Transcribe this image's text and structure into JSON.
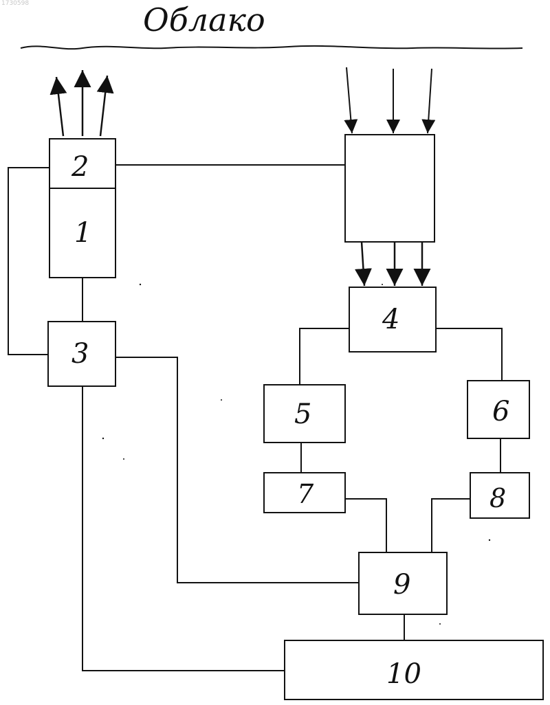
{
  "document_id": "1730598",
  "title": "Облако",
  "blocks": [
    {
      "id": "1",
      "label": "1"
    },
    {
      "id": "2",
      "label": "2"
    },
    {
      "id": "3",
      "label": "3"
    },
    {
      "id": "4",
      "label": "4"
    },
    {
      "id": "5",
      "label": "5"
    },
    {
      "id": "6",
      "label": "6"
    },
    {
      "id": "7",
      "label": "7"
    },
    {
      "id": "8",
      "label": "8"
    },
    {
      "id": "9",
      "label": "9"
    },
    {
      "id": "10",
      "label": "10"
    },
    {
      "id": "receiver",
      "label": ""
    }
  ]
}
